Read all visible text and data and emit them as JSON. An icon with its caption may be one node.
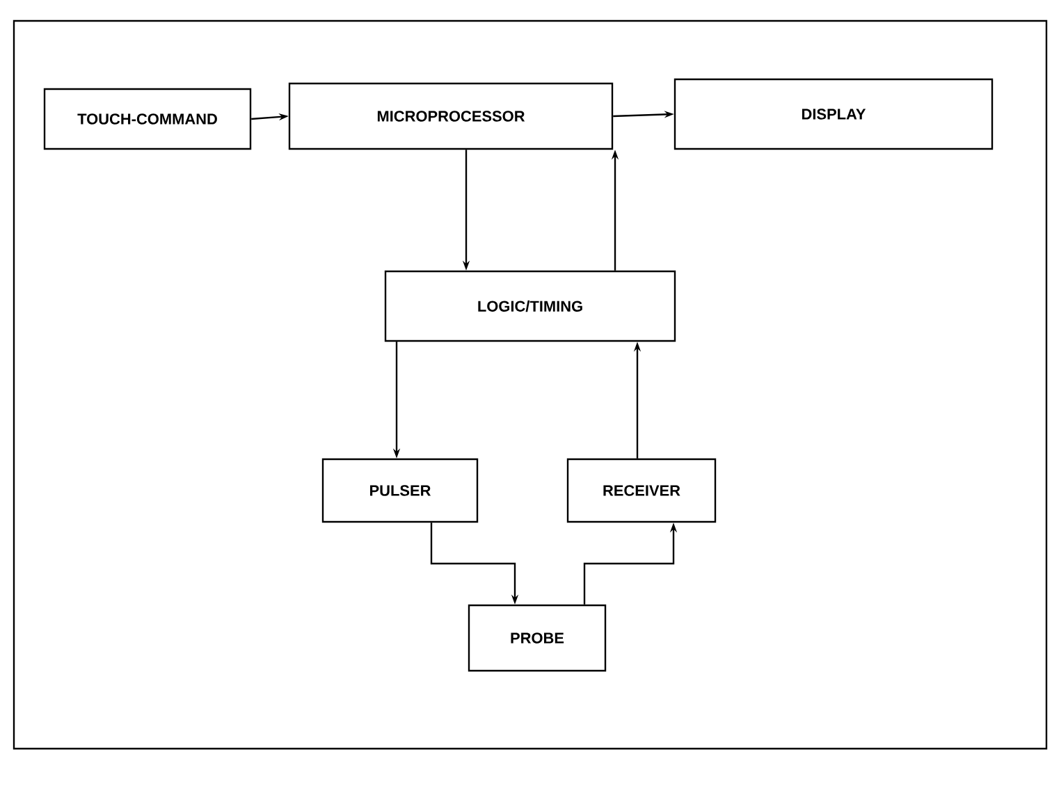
{
  "diagram": {
    "nodes": [
      {
        "text": [
          "TOUCH-COMMAND"
        ]
      },
      {
        "text": [
          "MICROPROCESSOR"
        ]
      },
      {
        "text": [
          "DISPLAY"
        ]
      },
      {
        "text": [
          "LOGIC/TIMING"
        ]
      },
      {
        "text": [
          "PULSER"
        ]
      },
      {
        "text": [
          "RECEIVER"
        ]
      },
      {
        "text": [
          "PROBE"
        ]
      }
    ],
    "edges": [
      {
        "from": 0,
        "to": 1,
        "arrow": "to"
      },
      {
        "from": 1,
        "to": 2,
        "arrow": "to"
      },
      {
        "from": 1,
        "to": 3,
        "arrow": "to"
      },
      {
        "from": 3,
        "to": 1,
        "arrow": "to"
      },
      {
        "from": 3,
        "to": 4,
        "arrow": "to"
      },
      {
        "from": 5,
        "to": 3,
        "arrow": "to"
      },
      {
        "from": 4,
        "to": 6,
        "arrow": "to"
      },
      {
        "from": 6,
        "to": 5,
        "arrow": "to"
      }
    ]
  }
}
